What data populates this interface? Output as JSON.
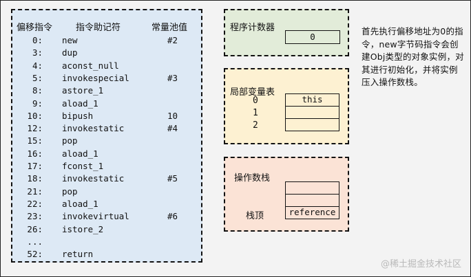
{
  "bytecode_panel": {
    "headers": {
      "offset": "偏移指令",
      "mnemonic": "指令助记符",
      "constant_pool": "常量池值"
    },
    "rows": [
      {
        "offset": "0:",
        "mnemonic": "new",
        "cp": "#2"
      },
      {
        "offset": "3:",
        "mnemonic": "dup",
        "cp": ""
      },
      {
        "offset": "4:",
        "mnemonic": "aconst_null",
        "cp": ""
      },
      {
        "offset": "5:",
        "mnemonic": "invokespecial",
        "cp": "#3"
      },
      {
        "offset": "8:",
        "mnemonic": "astore_1",
        "cp": ""
      },
      {
        "offset": "9:",
        "mnemonic": "aload_1",
        "cp": ""
      },
      {
        "offset": "10:",
        "mnemonic": "bipush",
        "cp": "10"
      },
      {
        "offset": "12:",
        "mnemonic": "invokestatic",
        "cp": "#4"
      },
      {
        "offset": "15:",
        "mnemonic": "pop",
        "cp": ""
      },
      {
        "offset": "16:",
        "mnemonic": "aload_1",
        "cp": ""
      },
      {
        "offset": "17:",
        "mnemonic": "fconst_1",
        "cp": ""
      },
      {
        "offset": "18:",
        "mnemonic": "invokestatic",
        "cp": "#5"
      },
      {
        "offset": "21:",
        "mnemonic": "pop",
        "cp": ""
      },
      {
        "offset": "22:",
        "mnemonic": "aload_1",
        "cp": ""
      },
      {
        "offset": "23:",
        "mnemonic": "invokevirtual",
        "cp": "#6"
      },
      {
        "offset": "26:",
        "mnemonic": "istore_2",
        "cp": ""
      },
      {
        "offset": "...",
        "mnemonic": "",
        "cp": ""
      },
      {
        "offset": "52:",
        "mnemonic": "return",
        "cp": ""
      }
    ]
  },
  "program_counter": {
    "title": "程序计数器",
    "value": "0"
  },
  "local_variables": {
    "title": "局部变量表",
    "slots": [
      {
        "index": "0",
        "value": "this"
      },
      {
        "index": "1",
        "value": ""
      },
      {
        "index": "2",
        "value": ""
      }
    ]
  },
  "operand_stack": {
    "title": "操作数栈",
    "top_label": "栈顶",
    "cells": [
      "",
      "",
      "reference"
    ]
  },
  "note": "首先执行偏移地址为0的指令，new字节码指令会创建Obj类型的对象实例，对其进行初始化，并将实例压入操作数栈。",
  "watermark": "@稀土掘金技术社区",
  "colors": {
    "bytecode_bg": "#dde9f5",
    "pc_bg": "#e2ecd9",
    "locals_bg": "#fdf1d2",
    "stack_bg": "#fbe3d6"
  }
}
